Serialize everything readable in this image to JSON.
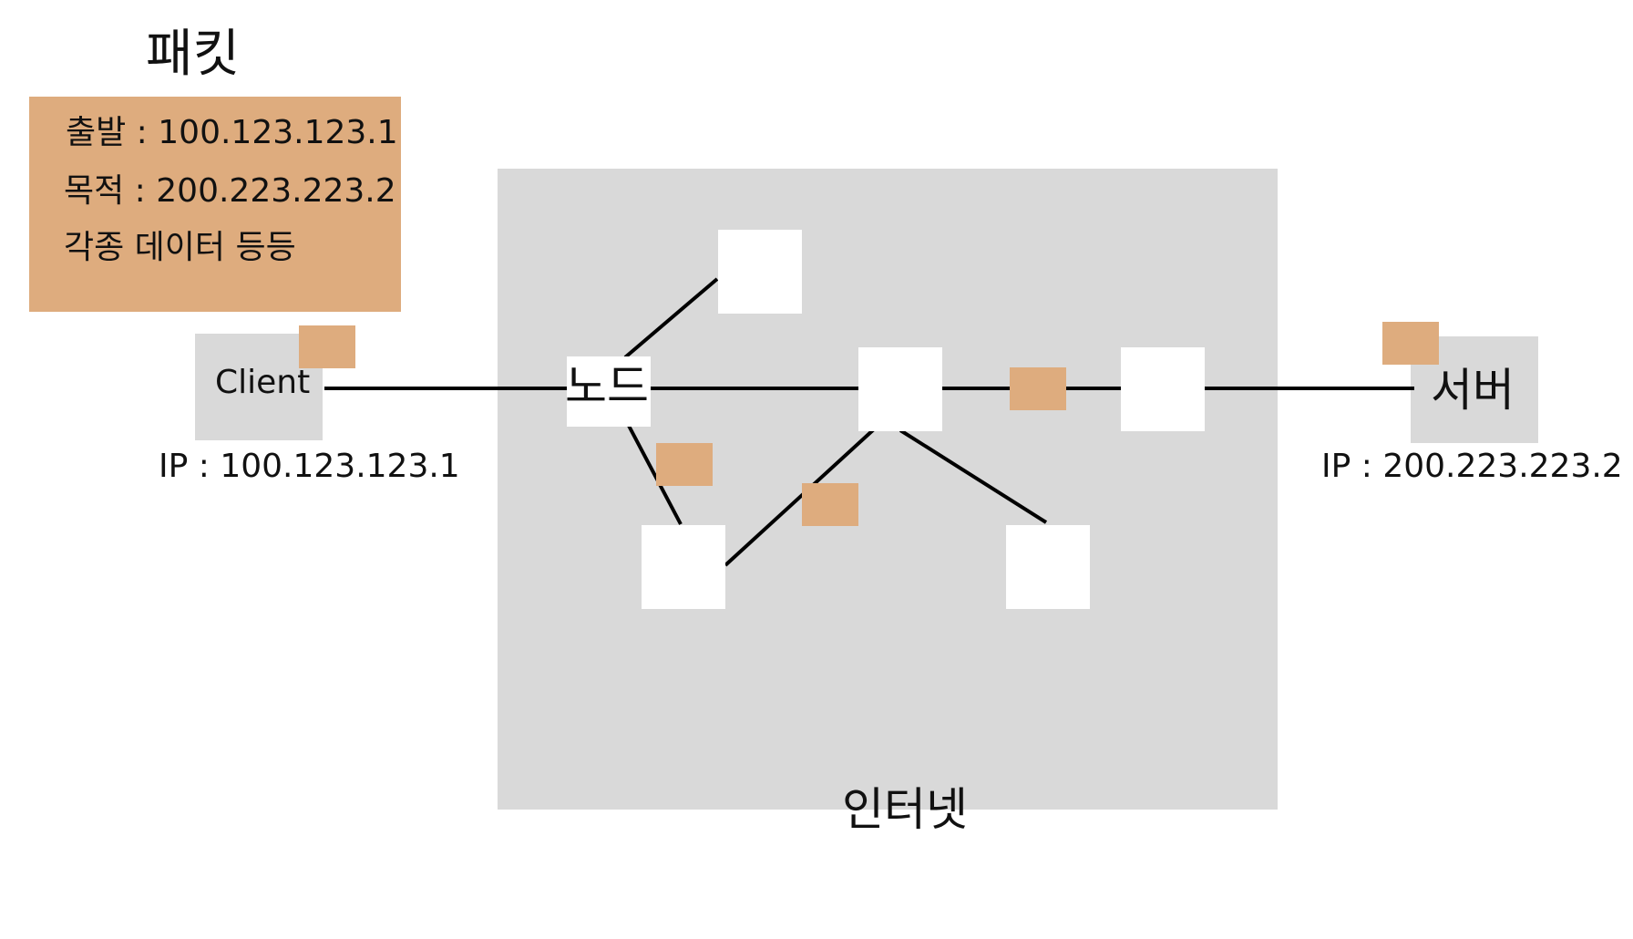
{
  "packet": {
    "title": "패킷",
    "source_line": "출발 : 100.123.123.1",
    "destination_line": "목적 : 200.223.223.2",
    "data_line": "각종 데이터 등등"
  },
  "client": {
    "label": "Client",
    "ip_line": "IP : 100.123.123.1"
  },
  "server": {
    "label": "서버",
    "ip_line": "IP : 200.223.223.2"
  },
  "internet": {
    "label": "인터넷",
    "node_label": "노드"
  },
  "colors": {
    "packet": "#DEAC7E",
    "area": "#D9D9D9",
    "node": "#FFFFFF",
    "line": "#000000"
  }
}
